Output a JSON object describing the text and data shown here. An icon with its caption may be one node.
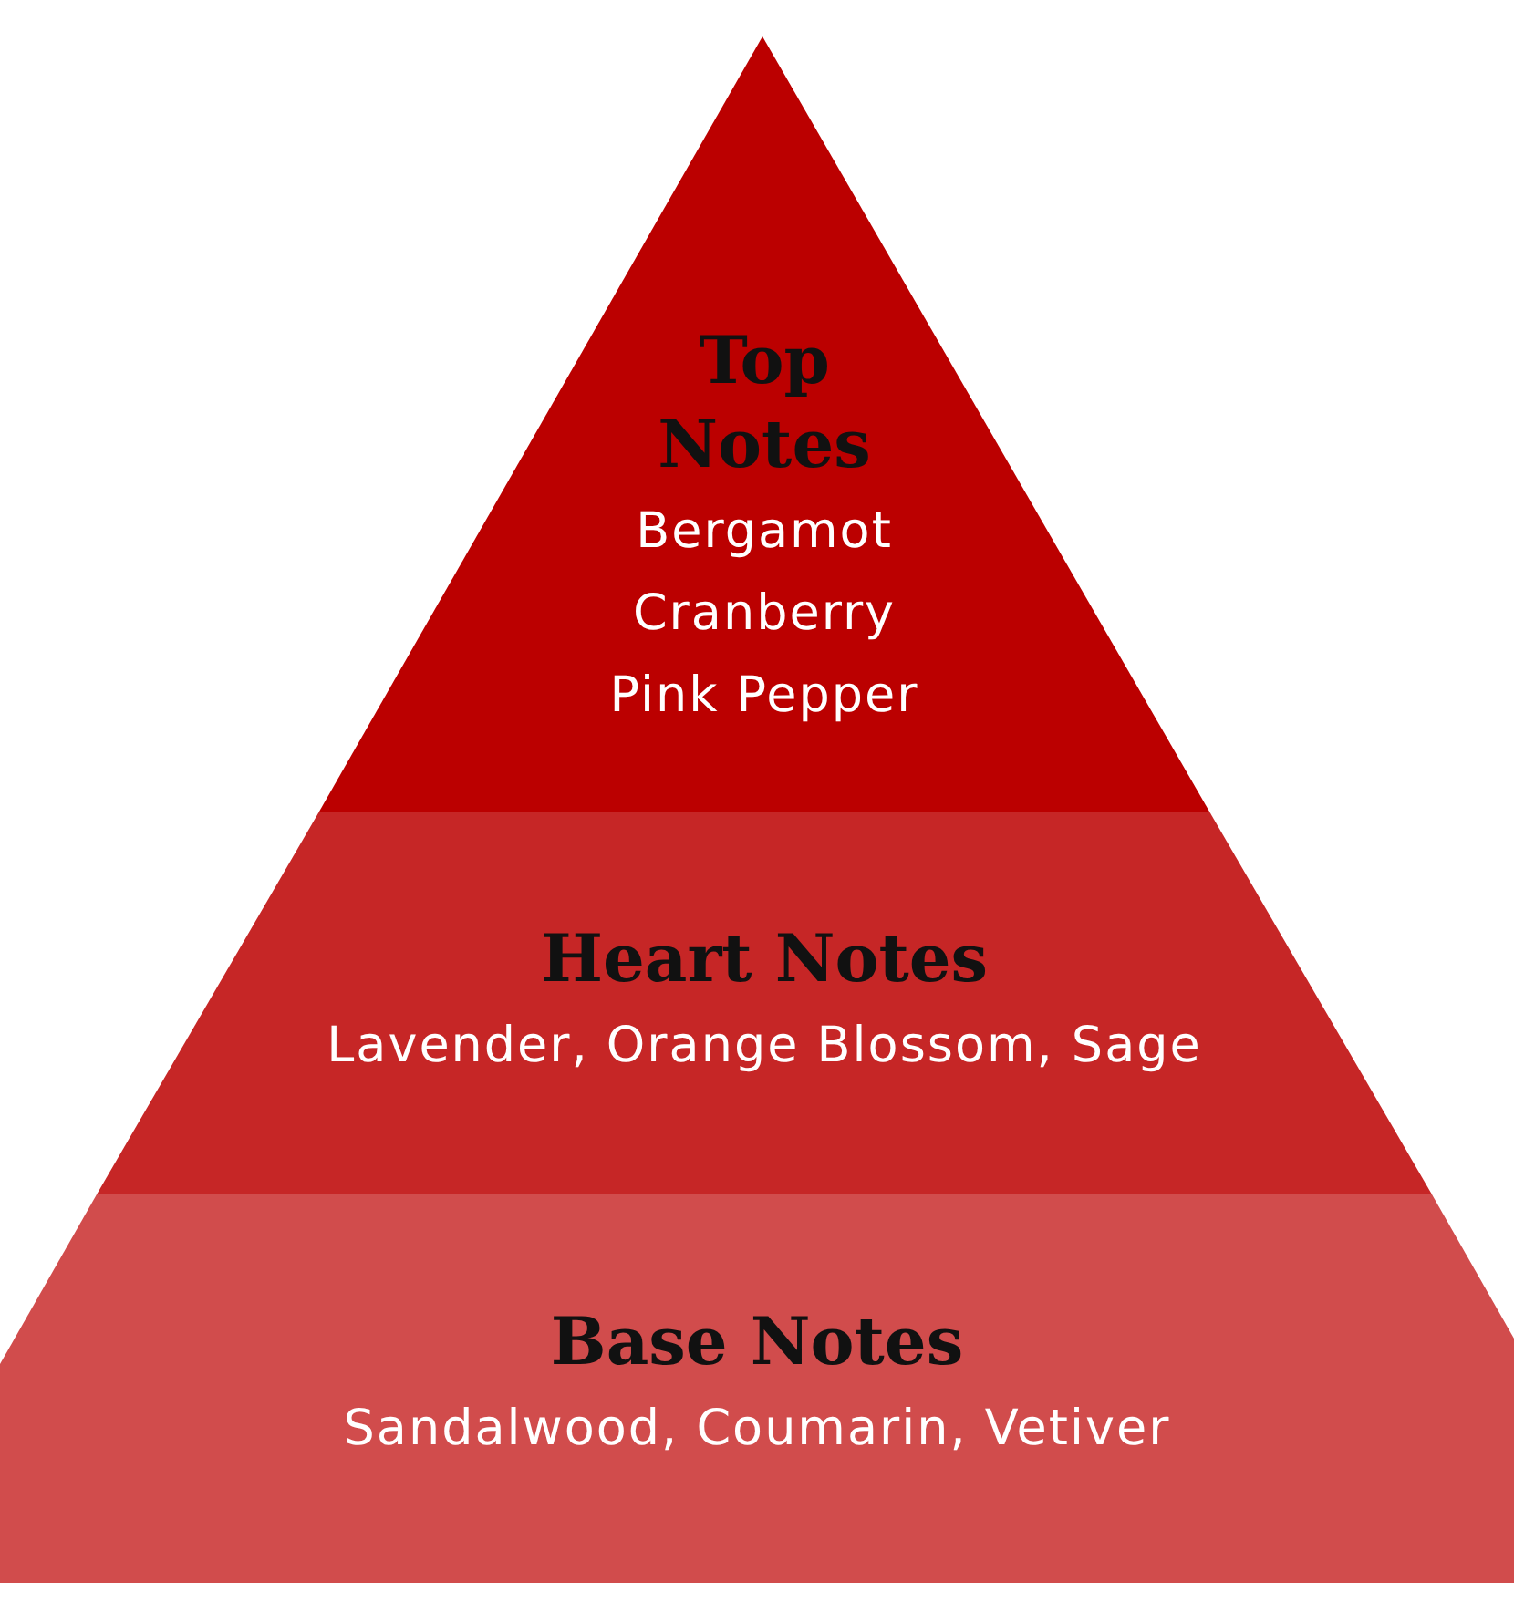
{
  "diagram": {
    "nodes": [
      {
        "text": [
          "Top Notes",
          "Bergamot",
          "Cranberry",
          "Pink Pepper"
        ]
      },
      {
        "text": [
          "Heart Notes",
          "Lavender, Orange Blossom, Sage"
        ]
      },
      {
        "text": [
          "Base Notes",
          "Sandalwood, Coumarin, Vetiver"
        ]
      }
    ],
    "edges": []
  }
}
